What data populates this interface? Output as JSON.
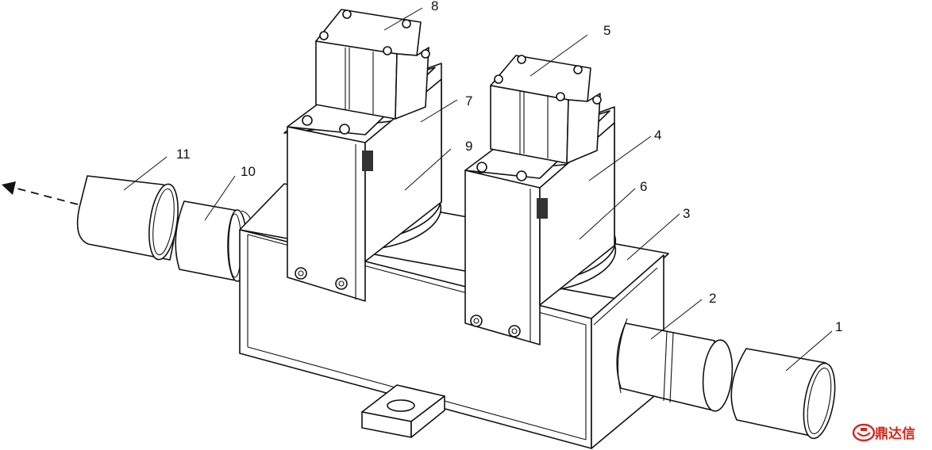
{
  "labels": {
    "l1": "1",
    "l2": "2",
    "l3": "3",
    "l4": "4",
    "l5": "5",
    "l6": "6",
    "l7": "7",
    "l8": "8",
    "l9": "9",
    "l10": "10",
    "l11": "11"
  },
  "watermark": {
    "text": "鼎达信",
    "icon": "mouth-bubble-logo-icon",
    "color": "#d4251c"
  },
  "colors": {
    "line": "#111111",
    "background": "#ffffff"
  }
}
